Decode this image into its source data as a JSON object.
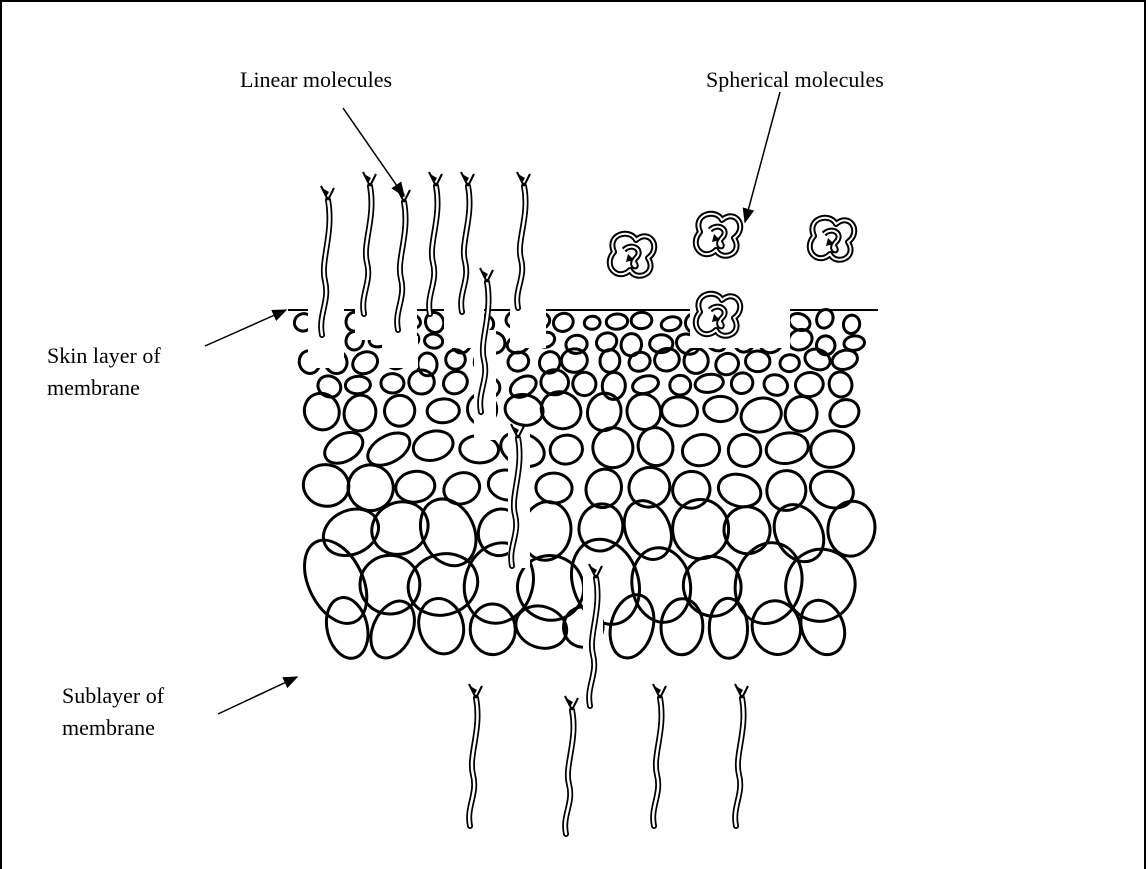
{
  "labels": {
    "linear_molecules": "Linear molecules",
    "spherical_molecules": "Spherical molecules",
    "skin_layer": "Skin layer of membrane",
    "sublayer": "Sublayer of membrane"
  },
  "colors": {
    "line": "#000000",
    "background": "#ffffff"
  }
}
